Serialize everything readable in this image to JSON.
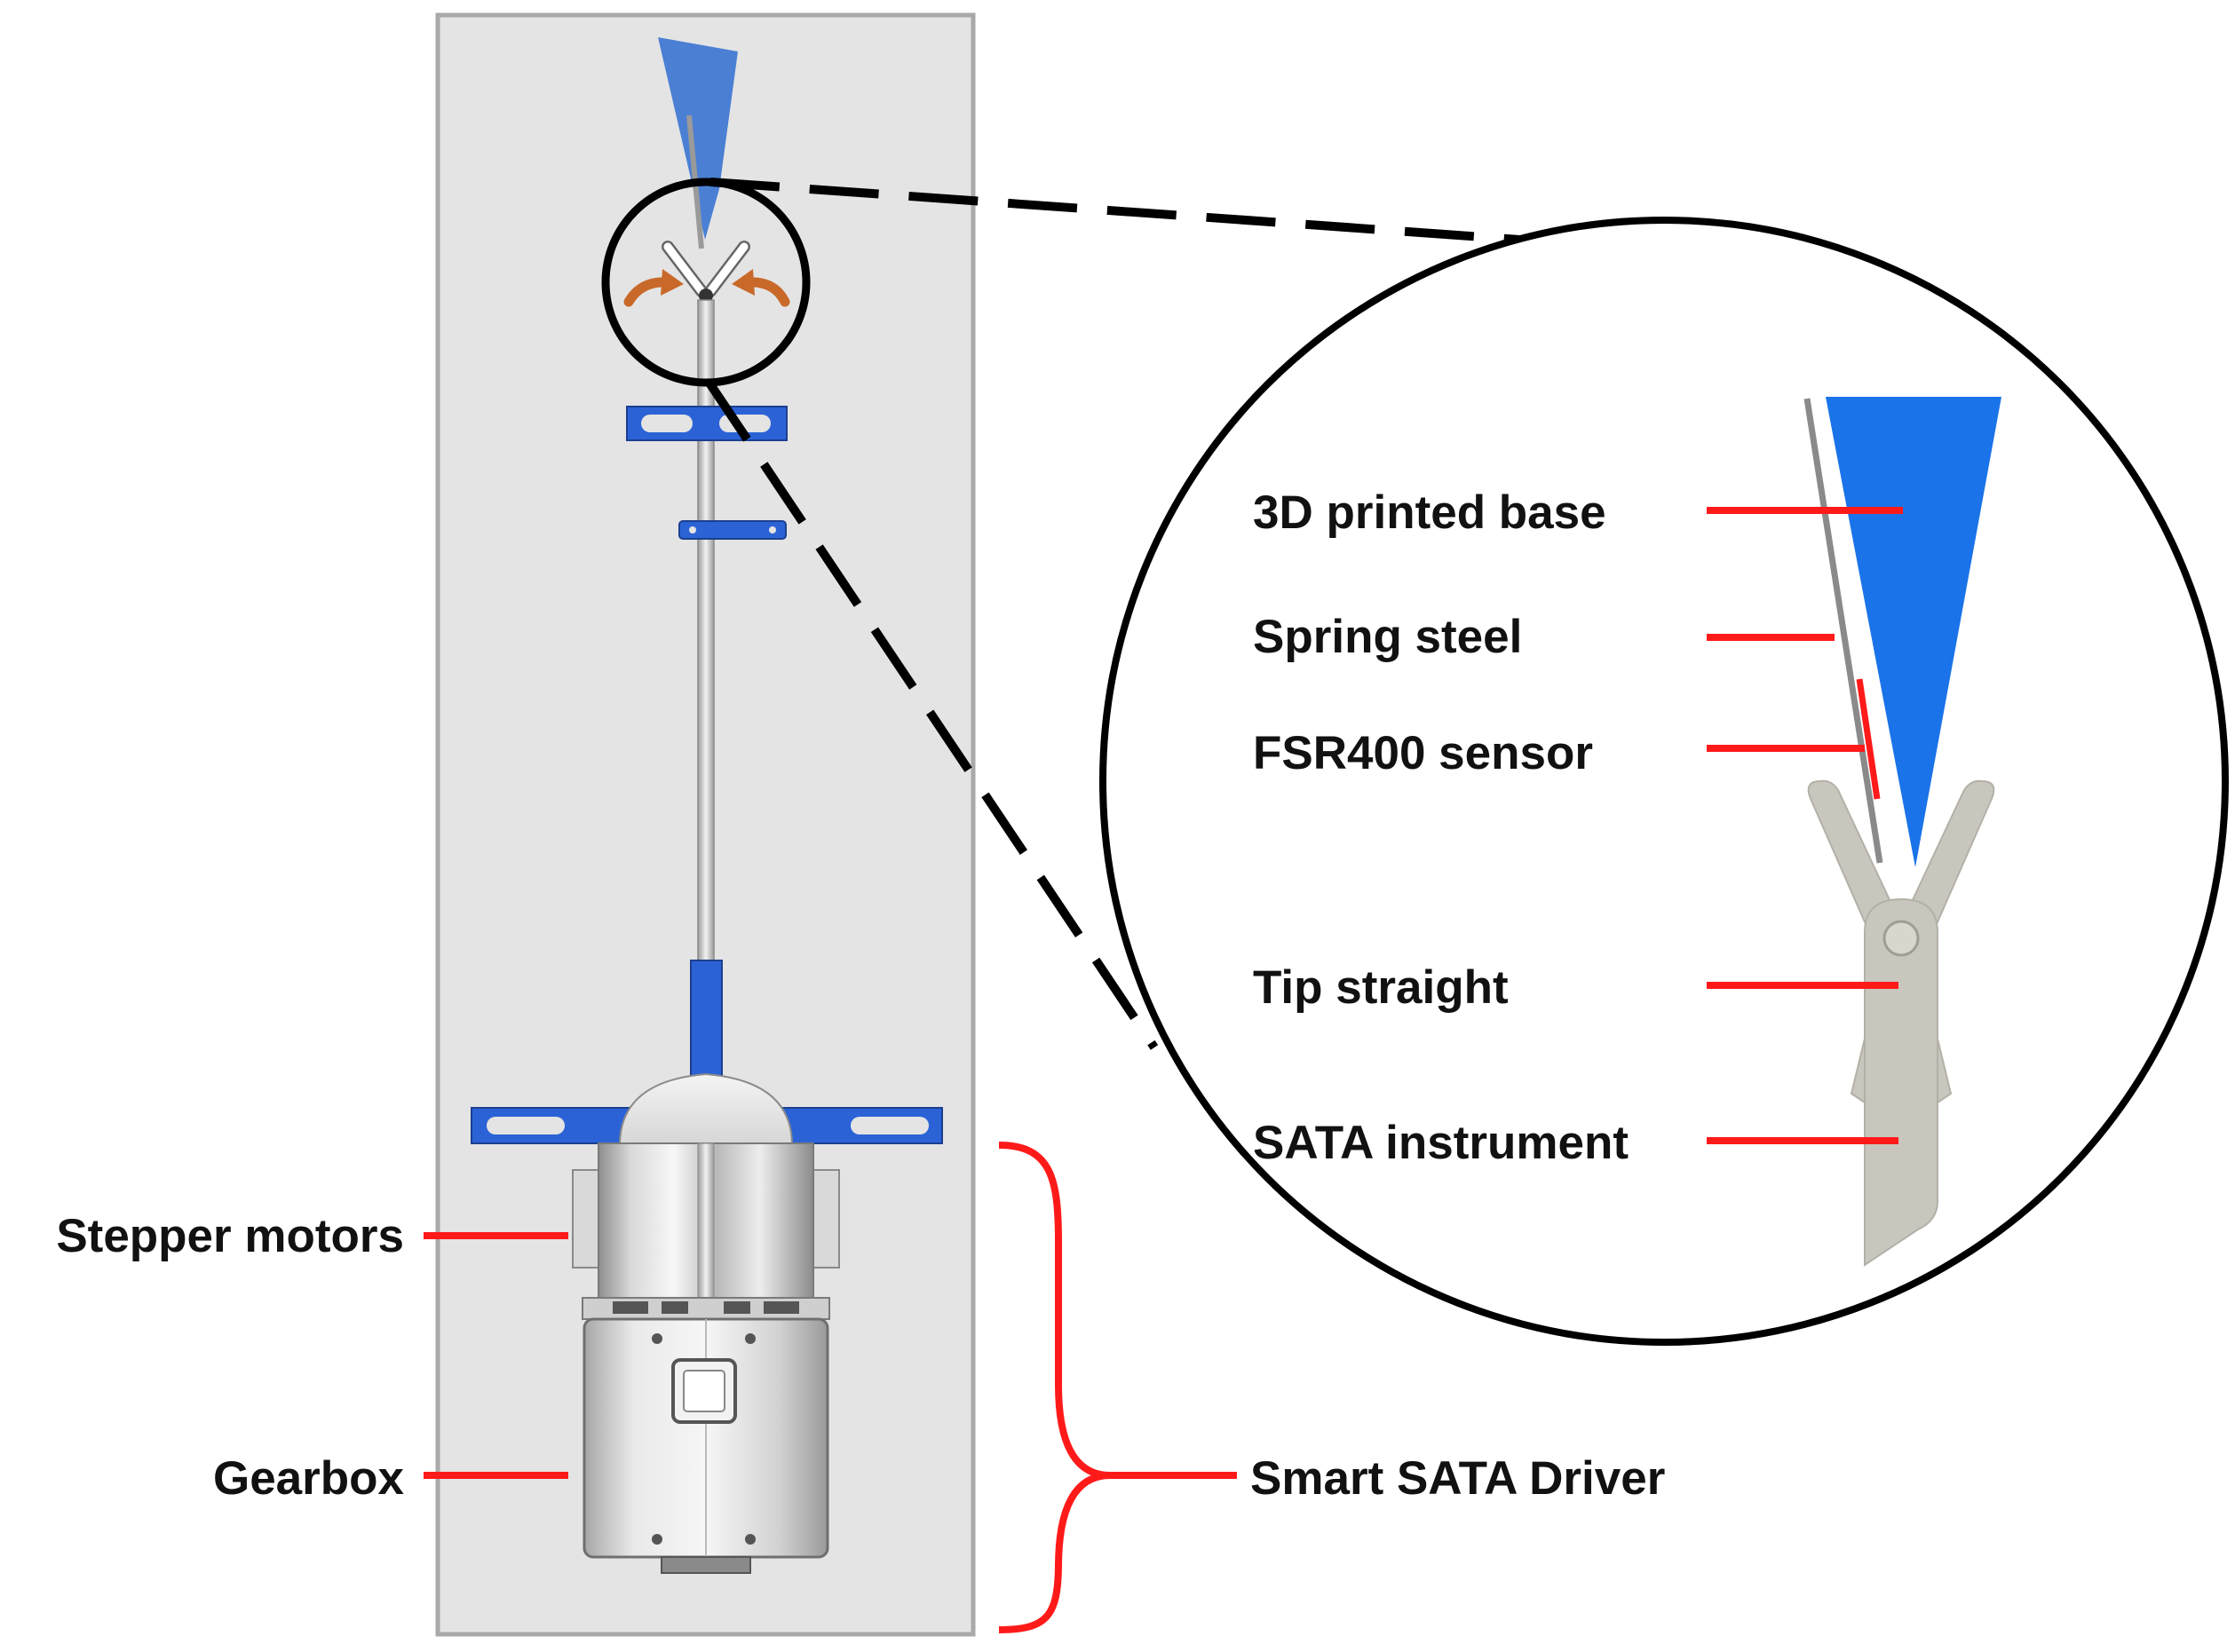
{
  "labels": {
    "printed_base": "3D printed base",
    "spring_steel": "Spring steel",
    "fsr_sensor": "FSR400 sensor",
    "tip_straight": "Tip straight",
    "sata_instrument": "SATA instrument",
    "stepper_motors": "Stepper motors",
    "gearbox": "Gearbox",
    "driver": "Smart SATA Driver"
  },
  "colors": {
    "panel_fill": "#e4e4e4",
    "panel_border": "#a9a9a9",
    "leader_red": "#ff1a1a",
    "base_blue": "#1a73e8",
    "bracket_blue": "#2b63d6",
    "instrument_gray": "#c9c7bd",
    "steel_gray": "#8a8a8a",
    "arrow_orange": "#c8692a",
    "outline": "#000000"
  }
}
